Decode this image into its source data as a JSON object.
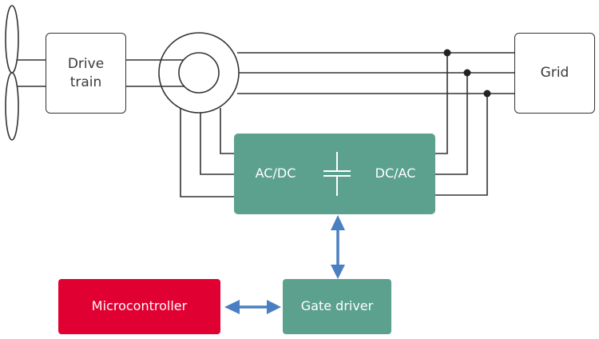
{
  "diagram": {
    "title": "Wind turbine power conversion block diagram",
    "nodes": {
      "rotor": {
        "label": "",
        "kind": "turbine-blades"
      },
      "drive_train": {
        "label": "Drive train",
        "line1": "Drive",
        "line2": "train"
      },
      "generator": {
        "label": "",
        "kind": "generator"
      },
      "grid": {
        "label": "Grid"
      },
      "converter": {
        "label_left": "AC/DC",
        "label_right": "DC/AC",
        "symbol": "capacitor"
      },
      "microcontroller": {
        "label": "Microcontroller"
      },
      "gate_driver": {
        "label": "Gate driver"
      }
    },
    "edges": [
      {
        "from": "rotor",
        "to": "drive_train",
        "type": "shaft"
      },
      {
        "from": "drive_train",
        "to": "generator",
        "type": "shaft"
      },
      {
        "from": "generator",
        "to": "grid",
        "type": "three-phase"
      },
      {
        "from": "generator",
        "to": "converter",
        "type": "three-phase"
      },
      {
        "from": "converter",
        "to": "grid",
        "type": "three-phase",
        "junctions": 3
      },
      {
        "from": "converter",
        "to": "gate_driver",
        "type": "bidirectional-arrow"
      },
      {
        "from": "microcontroller",
        "to": "gate_driver",
        "type": "bidirectional-arrow"
      }
    ],
    "colors": {
      "line": "#333333",
      "converter_fill": "#5ca18d",
      "gate_driver_fill": "#5ca18d",
      "microcontroller_fill": "#e10032",
      "arrow": "#4a7fc1"
    }
  }
}
